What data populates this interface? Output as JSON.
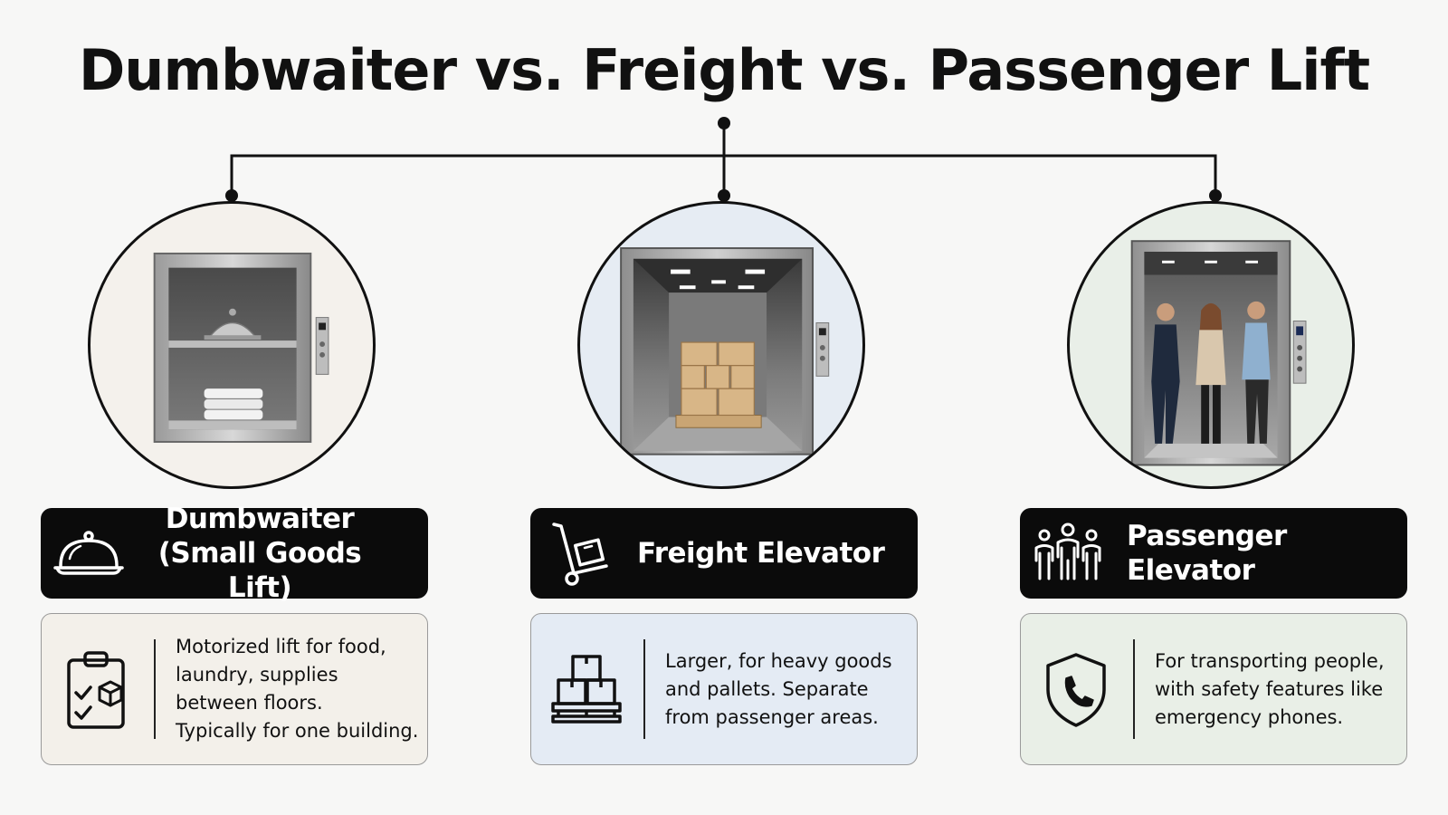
{
  "title": "Dumbwaiter vs. Freight vs. Passenger Lift",
  "colors": {
    "background": "#f7f7f6",
    "label_bar": "#0b0b0b",
    "dumbwaiter_card": "#f3f0ea",
    "freight_card": "#e4ebf4",
    "passenger_card": "#e9efe7"
  },
  "columns": [
    {
      "id": "dumbwaiter",
      "title_lines": [
        "Dumbwaiter",
        "(Small Goods Lift)"
      ],
      "bar_icon": "cloche-icon",
      "card_icon": "checklist-clipboard-icon",
      "description_lines": [
        "Motorized lift for food,",
        "laundry, supplies",
        "between floors.",
        "Typically for one building."
      ]
    },
    {
      "id": "freight",
      "title_lines": [
        "Freight Elevator"
      ],
      "bar_icon": "hand-truck-icon",
      "card_icon": "boxes-on-pallet-icon",
      "description_lines": [
        "Larger, for heavy goods",
        "and pallets. Separate",
        "from passenger areas."
      ]
    },
    {
      "id": "passenger",
      "title_lines": [
        "Passenger Elevator"
      ],
      "bar_icon": "people-group-icon",
      "card_icon": "shield-phone-icon",
      "description_lines": [
        "For transporting people,",
        "with safety features like",
        "emergency phones."
      ]
    }
  ]
}
